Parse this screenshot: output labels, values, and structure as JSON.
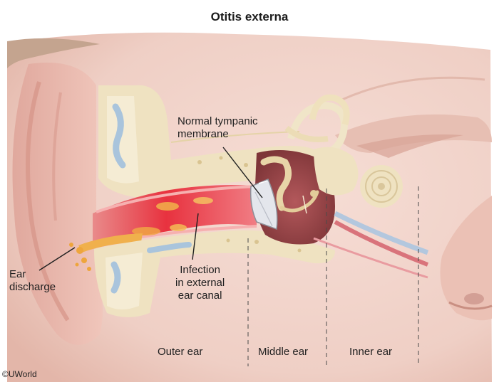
{
  "title": "Otitis externa",
  "labels": {
    "tympanic_line1": "Normal tympanic",
    "tympanic_line2": "membrane",
    "discharge_line1": "Ear",
    "discharge_line2": "discharge",
    "infection_line1": "Infection",
    "infection_line2": "in external",
    "infection_line3": "ear canal",
    "outer_ear": "Outer ear",
    "middle_ear": "Middle ear",
    "inner_ear": "Inner ear"
  },
  "copyright": "©UWorld",
  "colors": {
    "skin": "#f1d3ca",
    "skin_shadow": "#e2b5a8",
    "bone": "#f1e6c8",
    "canal_inflamed": "#e84a55",
    "pus": "#f0b24a",
    "middle_ear_cavity": "#9c4b4f",
    "cartilage": "#a9c4dc"
  }
}
